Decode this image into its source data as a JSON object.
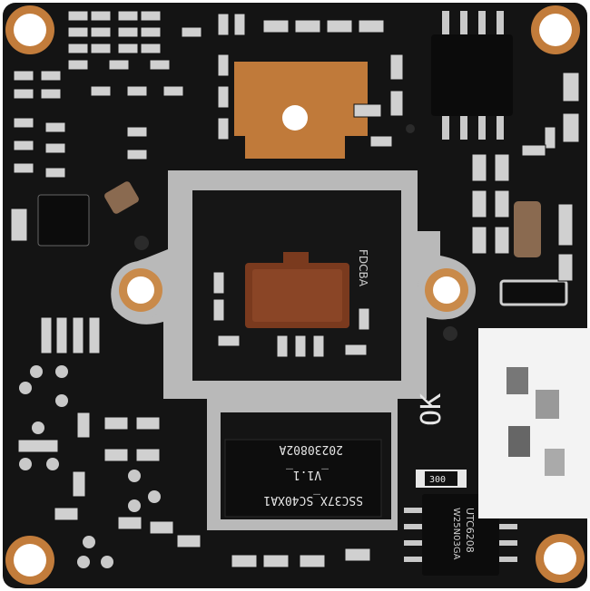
{
  "pcb": {
    "board_color": "#141414",
    "copper_color": "#c07a3a",
    "sensor_color": "#7a3a1e",
    "silkscreen_color": "#d9d9d9"
  },
  "labels": {
    "chip_line1": "20230802A",
    "chip_line2": "_V1.1_",
    "chip_line3": "SSC37X_SC40XA1",
    "sensor_mark": "FDCBA",
    "ok_mark": "OK",
    "ic_right_line1": "W25N03GA",
    "ic_right_line2": "UTC6208",
    "r_code": "300"
  }
}
